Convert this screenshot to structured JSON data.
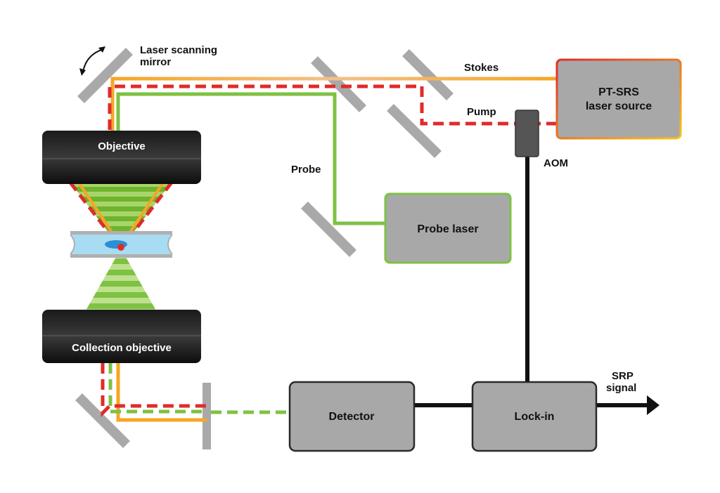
{
  "labels": {
    "laser_scanning_mirror": [
      "Laser scanning",
      "mirror"
    ],
    "stokes": "Stokes",
    "pump": "Pump",
    "probe": "Probe",
    "aom": "AOM",
    "srp_signal": [
      "SRP",
      "signal"
    ]
  },
  "boxes": {
    "pt_srs_source": [
      "PT-SRS",
      "laser source"
    ],
    "probe_laser": "Probe laser",
    "detector": "Detector",
    "lock_in": "Lock-in",
    "objective": "Objective",
    "collection_objective": "Collection objective"
  },
  "colors": {
    "stokes": "#f5a623",
    "pump": "#e02b2b",
    "probe": "#7dc242",
    "box_fill": "#a8a8a8",
    "box_stroke": "#2a2a2a",
    "mirror": "#a9a9a9",
    "objective": "#111111",
    "signal_line": "#111111",
    "sample": "#a8dcf2"
  },
  "icons": [
    "rotation-arrow-icon",
    "output-arrow-icon"
  ]
}
